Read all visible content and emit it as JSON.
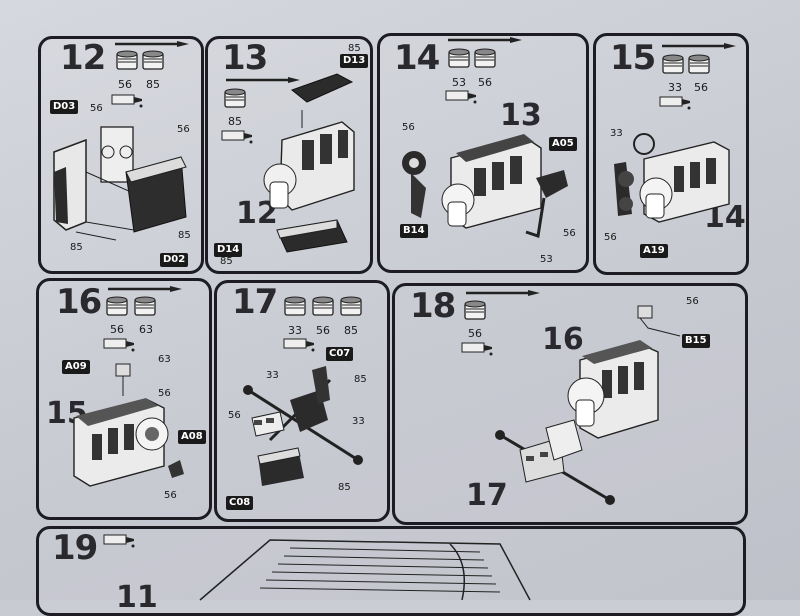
{
  "steps": [
    {
      "number": "12",
      "paints": [
        "56",
        "85"
      ],
      "tags": [
        "D03",
        "D02"
      ],
      "callouts": [
        "56",
        "56",
        "85",
        "85"
      ]
    },
    {
      "number": "13",
      "paints": [
        "85"
      ],
      "tags": [
        "D13",
        "D14"
      ],
      "callouts": [
        "85",
        "85"
      ],
      "subassembly": "12"
    },
    {
      "number": "14",
      "paints": [
        "53",
        "56"
      ],
      "tags": [
        "A05",
        "B14"
      ],
      "callouts": [
        "56",
        "56",
        "53"
      ],
      "subassembly": "13"
    },
    {
      "number": "15",
      "paints": [
        "33",
        "56"
      ],
      "tags": [
        "A19"
      ],
      "callouts": [
        "33",
        "56"
      ],
      "subassembly": "14"
    },
    {
      "number": "16",
      "paints": [
        "56",
        "63"
      ],
      "tags": [
        "A09",
        "A08"
      ],
      "callouts": [
        "63",
        "56",
        "56"
      ],
      "subassembly": "15"
    },
    {
      "number": "17",
      "paints": [
        "33",
        "56",
        "85"
      ],
      "tags": [
        "C07",
        "C08"
      ],
      "callouts": [
        "33",
        "85",
        "56",
        "33",
        "85"
      ]
    },
    {
      "number": "18",
      "paints": [
        "56"
      ],
      "tags": [
        "B15"
      ],
      "callouts": [
        "56"
      ],
      "subassembly_a": "16",
      "subassembly_b": "17"
    },
    {
      "number": "19",
      "subassembly": "11"
    }
  ]
}
